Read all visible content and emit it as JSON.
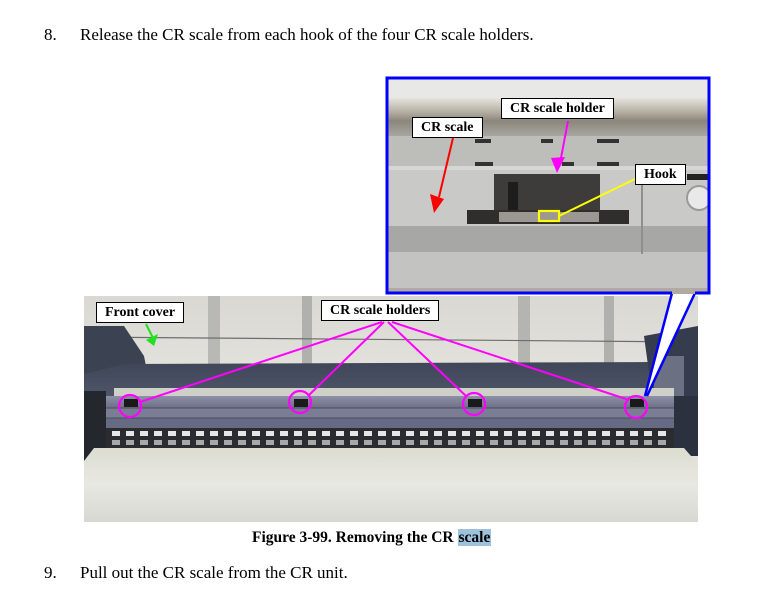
{
  "steps": [
    {
      "number": "8.",
      "text": "Release the CR scale from each hook of the four CR scale holders."
    },
    {
      "number": "9.",
      "text": "Pull out the CR scale from the CR unit."
    }
  ],
  "figure": {
    "caption_prefix": "Figure 3-99.  Removing the CR ",
    "caption_highlighted": "scale",
    "highlight_color": "#9dc3dc",
    "main_photo": {
      "labels": {
        "front_cover": "Front cover",
        "cr_scale_holders": "CR scale holders"
      },
      "holder_count": 4,
      "colors": {
        "front_cover_arrow": "#22e022",
        "holder_callout": "#ff00ff"
      }
    },
    "inset_photo": {
      "labels": {
        "cr_scale": "CR scale",
        "cr_scale_holder": "CR scale holder",
        "hook": "Hook"
      },
      "colors": {
        "frame": "#0000ff",
        "cr_scale_arrow": "#ff0000",
        "holder_arrow": "#ff00ff",
        "hook_marker": "#ffff00"
      }
    }
  }
}
